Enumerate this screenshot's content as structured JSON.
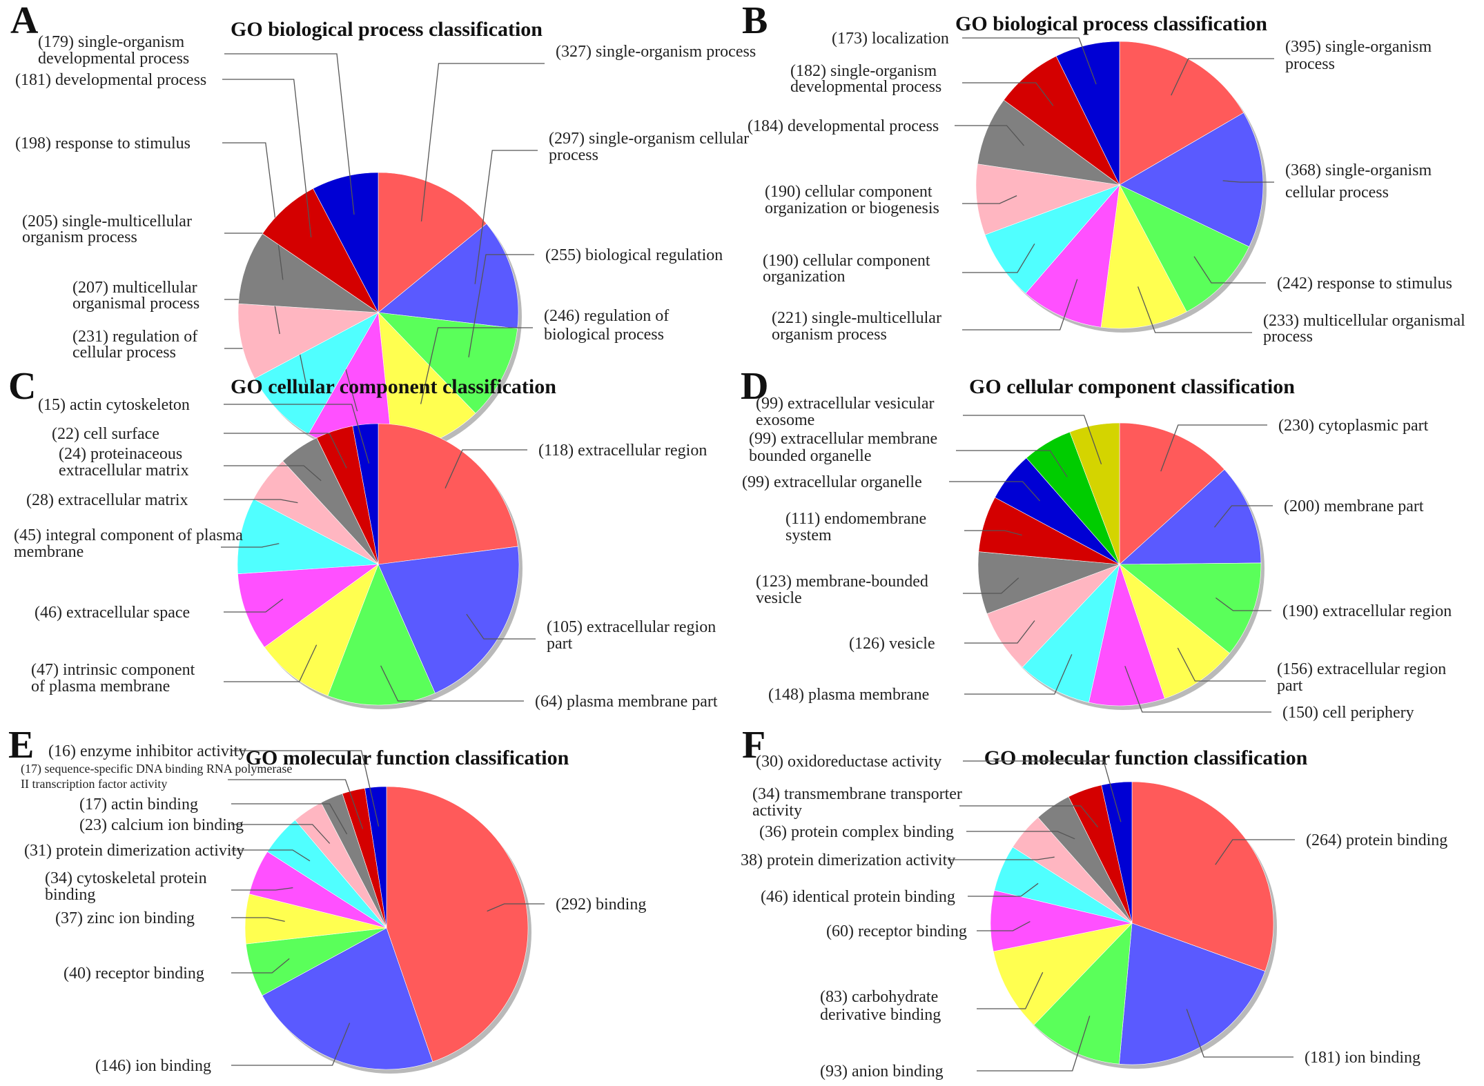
{
  "chart_data": [
    {
      "type": "pie",
      "panel": "A",
      "title": "GO biological process classification",
      "slices": [
        {
          "label": "(327) single-organism process",
          "value": 327,
          "color": "#ff5a5a"
        },
        {
          "label": "(297) single-organism cellular process",
          "value": 297,
          "color": "#5a5aff"
        },
        {
          "label": "(255) biological regulation",
          "value": 255,
          "color": "#5aff5a"
        },
        {
          "label": "(246) regulation of biological process",
          "value": 246,
          "color": "#ffff50"
        },
        {
          "label": "(231) regulation of cellular process",
          "value": 231,
          "color": "#ff50ff"
        },
        {
          "label": "(207) multicellular organismal process",
          "value": 207,
          "color": "#50ffff"
        },
        {
          "label": "(205) single-multicellular organism process",
          "value": 205,
          "color": "#ffb6c1"
        },
        {
          "label": "(198) response to stimulus",
          "value": 198,
          "color": "#808080"
        },
        {
          "label": "(181) developmental process",
          "value": 181,
          "color": "#d40000"
        },
        {
          "label": "(179) single-organism developmental process",
          "value": 179,
          "color": "#0000d4"
        }
      ]
    },
    {
      "type": "pie",
      "panel": "B",
      "title": "GO biological process classification",
      "slices": [
        {
          "label": "(395) single-organism process",
          "value": 395,
          "color": "#ff5a5a"
        },
        {
          "label": "(368) single-organism cellular process",
          "value": 368,
          "color": "#5a5aff"
        },
        {
          "label": "(242) response to stimulus",
          "value": 242,
          "color": "#5aff5a"
        },
        {
          "label": "(233) multicellular organismal process",
          "value": 233,
          "color": "#ffff50"
        },
        {
          "label": "(221) single-multicellular organism process",
          "value": 221,
          "color": "#ff50ff"
        },
        {
          "label": "(190) cellular component organization",
          "value": 190,
          "color": "#50ffff"
        },
        {
          "label": "(190) cellular component organization or biogenesis",
          "value": 190,
          "color": "#ffb6c1"
        },
        {
          "label": "(184) developmental process",
          "value": 184,
          "color": "#808080"
        },
        {
          "label": "(182) single-organism developmental process",
          "value": 182,
          "color": "#d40000"
        },
        {
          "label": "(173) localization",
          "value": 173,
          "color": "#0000d4"
        }
      ]
    },
    {
      "type": "pie",
      "panel": "C",
      "title": "GO cellular component classification",
      "slices": [
        {
          "label": "(118) extracellular region",
          "value": 118,
          "color": "#ff5a5a"
        },
        {
          "label": "(105) extracellular region part",
          "value": 105,
          "color": "#5a5aff"
        },
        {
          "label": "(64) plasma membrane part",
          "value": 64,
          "color": "#5aff5a"
        },
        {
          "label": "(47) intrinsic component of plasma membrane",
          "value": 47,
          "color": "#ffff50"
        },
        {
          "label": "(46) extracellular space",
          "value": 46,
          "color": "#ff50ff"
        },
        {
          "label": "(45) integral component of plasma membrane",
          "value": 45,
          "color": "#50ffff"
        },
        {
          "label": "(28) extracellular matrix",
          "value": 28,
          "color": "#ffb6c1"
        },
        {
          "label": "(24) proteinaceous extracellular matrix",
          "value": 24,
          "color": "#808080"
        },
        {
          "label": "(22) cell surface",
          "value": 22,
          "color": "#d40000"
        },
        {
          "label": "(15) actin cytoskeleton",
          "value": 15,
          "color": "#0000d4"
        }
      ]
    },
    {
      "type": "pie",
      "panel": "D",
      "title": "GO cellular component classification",
      "slices": [
        {
          "label": "(230) cytoplasmic part",
          "value": 230,
          "color": "#ff5a5a"
        },
        {
          "label": "(200) membrane part",
          "value": 200,
          "color": "#5a5aff"
        },
        {
          "label": "(190) extracellular region",
          "value": 190,
          "color": "#5aff5a"
        },
        {
          "label": "(156) extracellular region part",
          "value": 156,
          "color": "#ffff50"
        },
        {
          "label": "(150) cell periphery",
          "value": 150,
          "color": "#ff50ff"
        },
        {
          "label": "(148) plasma membrane",
          "value": 148,
          "color": "#50ffff"
        },
        {
          "label": "(126) vesicle",
          "value": 126,
          "color": "#ffb6c1"
        },
        {
          "label": "(123) membrane-bounded vesicle",
          "value": 123,
          "color": "#808080"
        },
        {
          "label": "(111) endomembrane system",
          "value": 111,
          "color": "#d40000"
        },
        {
          "label": "(99) extracellular organelle",
          "value": 99,
          "color": "#0000d4"
        },
        {
          "label": "(99) extracellular membrane bounded organelle",
          "value": 99,
          "color": "#00cc00"
        },
        {
          "label": "(99) extracellular vesicular exosome",
          "value": 99,
          "color": "#d4d400"
        }
      ]
    },
    {
      "type": "pie",
      "panel": "E",
      "title": "GO molecular function classification",
      "slices": [
        {
          "label": "(292) binding",
          "value": 292,
          "color": "#ff5a5a"
        },
        {
          "label": "(146) ion binding",
          "value": 146,
          "color": "#5a5aff"
        },
        {
          "label": "(40) receptor binding",
          "value": 40,
          "color": "#5aff5a"
        },
        {
          "label": "(37) zinc ion binding",
          "value": 37,
          "color": "#ffff50"
        },
        {
          "label": "(34) cytoskeletal protein binding",
          "value": 34,
          "color": "#ff50ff"
        },
        {
          "label": "(31) protein dimerization activity",
          "value": 31,
          "color": "#50ffff"
        },
        {
          "label": "(23) calcium ion binding",
          "value": 23,
          "color": "#ffb6c1"
        },
        {
          "label": "(17) actin binding",
          "value": 17,
          "color": "#808080"
        },
        {
          "label": "(17) sequence-specific DNA binding RNA polymerase II transcription factor activity",
          "value": 17,
          "color": "#d40000"
        },
        {
          "label": "(16) enzyme inhibitor activity",
          "value": 16,
          "color": "#0000d4"
        }
      ]
    },
    {
      "type": "pie",
      "panel": "F",
      "title": "GO molecular function classification",
      "slices": [
        {
          "label": "(264) protein binding",
          "value": 264,
          "color": "#ff5a5a"
        },
        {
          "label": "(181) ion binding",
          "value": 181,
          "color": "#5a5aff"
        },
        {
          "label": "(93) anion binding",
          "value": 93,
          "color": "#5aff5a"
        },
        {
          "label": "(83) carbohydrate derivative binding",
          "value": 83,
          "color": "#ffff50"
        },
        {
          "label": "(60) receptor binding",
          "value": 60,
          "color": "#ff50ff"
        },
        {
          "label": "(46) identical protein binding",
          "value": 46,
          "color": "#50ffff"
        },
        {
          "label": "38) protein dimerization activity",
          "value": 38,
          "color": "#ffb6c1"
        },
        {
          "label": "(36) protein complex binding",
          "value": 36,
          "color": "#808080"
        },
        {
          "label": "(34) transmembrane transporter activity",
          "value": 34,
          "color": "#d40000"
        },
        {
          "label": "(30) oxidoreductase activity",
          "value": 30,
          "color": "#0000d4"
        }
      ]
    }
  ]
}
